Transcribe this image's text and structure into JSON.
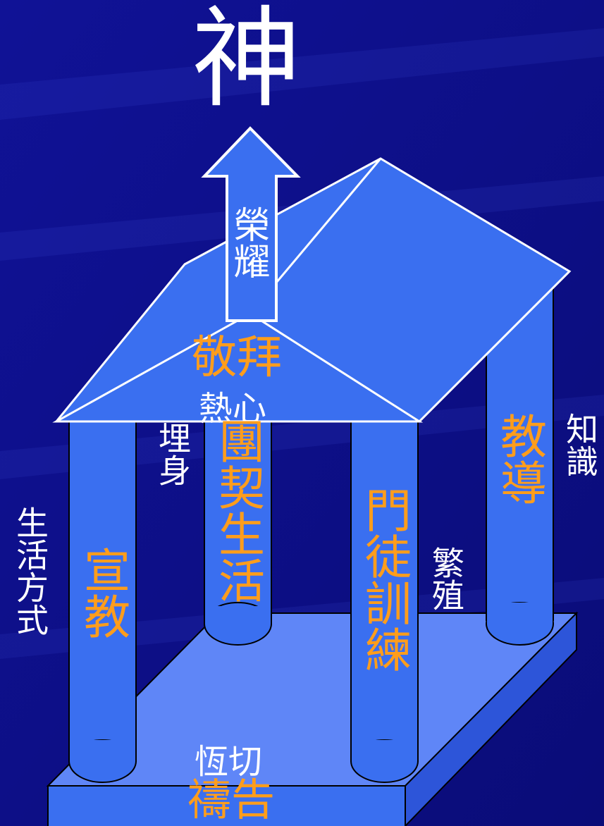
{
  "title": "神",
  "arrow": {
    "label": "榮耀"
  },
  "roof": {
    "label": "敬拜",
    "sublabel": "熱心"
  },
  "pillars": [
    {
      "label": "宣教",
      "side_note": "生活方式"
    },
    {
      "label": "團契生活",
      "side_note": "埋身"
    },
    {
      "label": "門徒訓練",
      "side_note": "繁殖"
    },
    {
      "label": "教導",
      "side_note": "知識"
    }
  ],
  "foundation": {
    "label": "禱告",
    "sublabel": "恆切"
  },
  "colors": {
    "background": "#0d0f8a",
    "structure": "#3a6ff0",
    "base_top": "#5f86f7",
    "base_side": "#2d55d9",
    "label_orange": "#ff9d1c",
    "label_white": "#ffffff",
    "outline": "#000000"
  }
}
